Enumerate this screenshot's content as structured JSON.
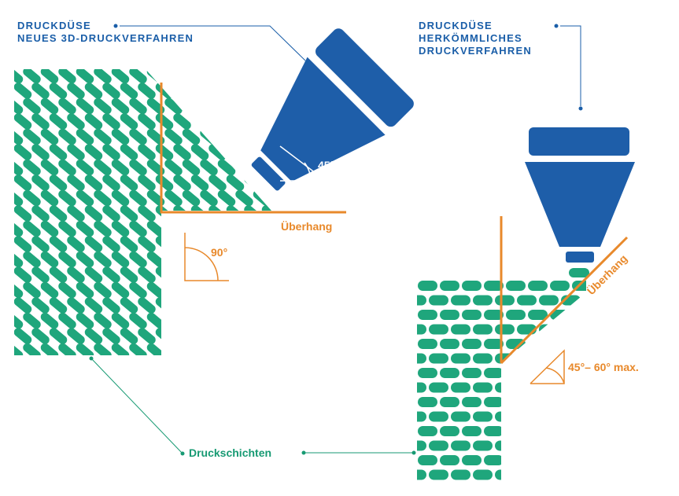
{
  "labels": {
    "nozzle_new_line1": "DRUCKDÜSE",
    "nozzle_new_line2": "NEUES 3D-DRUCKVERFAHREN",
    "nozzle_conv_line1": "DRUCKDÜSE",
    "nozzle_conv_line2": "HERKÖMMLICHES",
    "nozzle_conv_line3": "DRUCKVERFAHREN",
    "overhang_left": "Überhang",
    "overhang_right": "Überhang",
    "angle_90": "90°",
    "angle_45": "45°",
    "angle_range": "45°– 60° max.",
    "layers": "Druckschichten"
  },
  "colors": {
    "green": "#1fa67c",
    "blue": "#1e5ea9",
    "orange": "#e8892b",
    "label_blue": "#1a5ea8",
    "label_green": "#179a73"
  }
}
